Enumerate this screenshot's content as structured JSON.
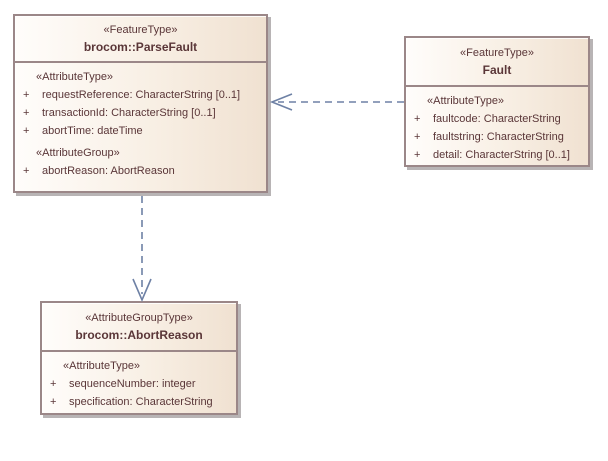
{
  "diagram": {
    "type": "uml-class-diagram",
    "colors": {
      "background": "#ffffff",
      "box_border": "#9b8788",
      "box_fill_left": "#fffdfb",
      "box_fill_right": "#f0e1d1",
      "box_shadow": "#b8b4b5",
      "text": "#5a3638",
      "connector": "#6e81a5"
    },
    "boxes": [
      {
        "id": "parse-fault",
        "stereotype": "«FeatureType»",
        "name": "brocom::ParseFault",
        "rows": [
          {
            "kind": "stereotype",
            "text": "«AttributeType»"
          },
          {
            "kind": "attribute",
            "visibility": "+",
            "text": "requestReference: CharacterString [0..1]"
          },
          {
            "kind": "attribute",
            "visibility": "+",
            "text": "transactionId: CharacterString [0..1]"
          },
          {
            "kind": "attribute",
            "visibility": "+",
            "text": "abortTime: dateTime"
          },
          {
            "kind": "stereotype",
            "text": "«AttributeGroup»"
          },
          {
            "kind": "attribute",
            "visibility": "+",
            "text": "abortReason: AbortReason"
          }
        ]
      },
      {
        "id": "fault",
        "stereotype": "«FeatureType»",
        "name": "Fault",
        "rows": [
          {
            "kind": "stereotype",
            "text": "«AttributeType»"
          },
          {
            "kind": "attribute",
            "visibility": "+",
            "text": "faultcode: CharacterString"
          },
          {
            "kind": "attribute",
            "visibility": "+",
            "text": "faultstring: CharacterString"
          },
          {
            "kind": "attribute",
            "visibility": "+",
            "text": "detail: CharacterString [0..1]"
          }
        ]
      },
      {
        "id": "abort-reason",
        "stereotype": "«AttributeGroupType»",
        "name": "brocom::AbortReason",
        "rows": [
          {
            "kind": "stereotype",
            "text": "«AttributeType»"
          },
          {
            "kind": "attribute",
            "visibility": "+",
            "text": "sequenceNumber: integer"
          },
          {
            "kind": "attribute",
            "visibility": "+",
            "text": "specification: CharacterString"
          }
        ]
      }
    ],
    "connectors": [
      {
        "id": "fault-to-parsefault",
        "type": "dependency",
        "line_style": "dashed",
        "from": "Fault",
        "to": "brocom::ParseFault",
        "arrow": "open",
        "direction": "left"
      },
      {
        "id": "parsefault-to-abortreason",
        "type": "dependency",
        "line_style": "dashed",
        "from": "brocom::ParseFault",
        "to": "brocom::AbortReason",
        "arrow": "open",
        "direction": "down"
      }
    ]
  }
}
